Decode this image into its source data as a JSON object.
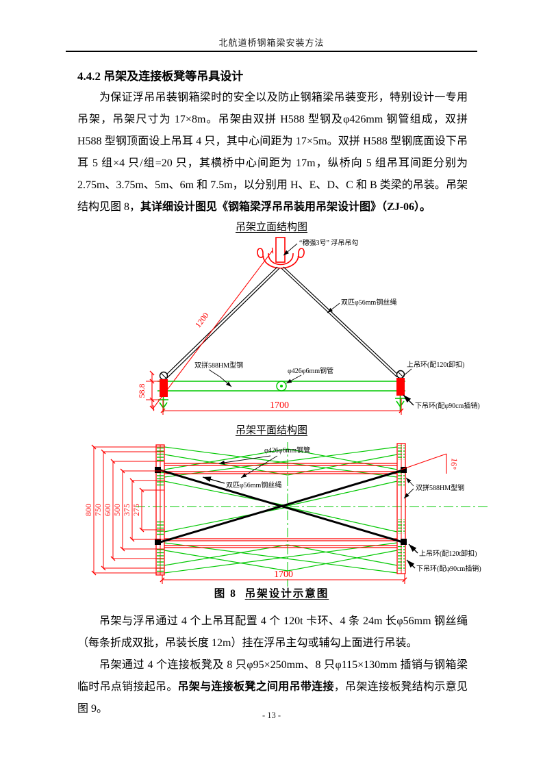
{
  "header": {
    "title": "北航道桥钢箱梁安装方法"
  },
  "section": {
    "heading": "4.4.2 吊架及连接板凳等吊具设计"
  },
  "paragraphs": {
    "p1_normal": "为保证浮吊吊装钢箱梁时的安全以及防止钢箱梁吊装变形，特别设计一专用吊架，吊架尺寸为 17×8m。吊架由双拼 H588 型钢及φ426mm 钢管组成，双拼 H588 型钢顶面设上吊耳 4 只，其中心间距为 17×5m。双拼 H588 型钢底面设下吊耳 5 组×4 只/组=20 只，其横桥中心间距为 17m，纵桥向 5 组吊耳间距分别为 2.75m、3.75m、5m、6m 和 7.5m，以分别用 H、E、D、C 和 B 类梁的吊装。吊架结构见图 8，",
    "p1_bold": "其详细设计图见《钢箱梁浮吊吊装用吊架设计图》（ZJ-06）。",
    "p2": "吊架与浮吊通过 4 个上吊耳配置 4 个 120t 卡环、4 条 24m 长φ56mm 钢丝绳（每条折成双批，吊装长度 12m）挂在浮吊主勾或辅勾上面进行吊装。",
    "p3_normal1": "吊架通过 4 个连接板凳及 8 只φ95×250mm、8 只φ115×130mm 插销与钢箱梁临时吊点销接起吊。",
    "p3_bold": "吊架与连接板凳之间用吊带连接",
    "p3_normal2": "，吊架连接板凳结构示意见图 9。"
  },
  "figure": {
    "elevation_title": "吊架立面结构图",
    "plan_title": "吊架平面结构图",
    "caption_prefix": "图 8",
    "caption_text": "吊架设计示意图",
    "labels": {
      "crane_hook": "“穗强3号” 浮吊吊勾",
      "wire_rope": "双匹φ56mm钢丝绳",
      "h_steel": "双拼588HM型钢",
      "pipe": "φ426φ6mm钢管",
      "upper_ring": "上吊环(配120t卸扣)",
      "lower_ring": "下吊环(配φ90cm插销)",
      "angle": "16°"
    },
    "dims": {
      "elev_diag": "1200",
      "elev_height": "58.8",
      "elev_span": "1700",
      "plan_span": "1700",
      "plan_widths": [
        "800",
        "750",
        "600",
        "500",
        "375",
        "275"
      ]
    },
    "colors": {
      "dimension": "#ff0000",
      "member_green": "#00c800",
      "rope_black": "#000000"
    }
  },
  "footer": {
    "page_number": "- 13 -"
  }
}
